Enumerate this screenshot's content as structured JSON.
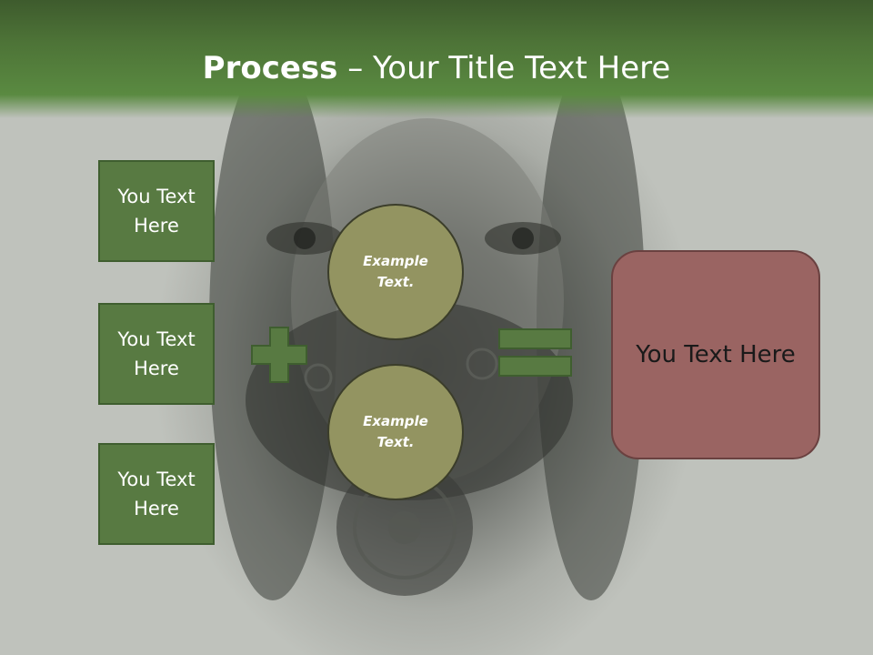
{
  "title": {
    "bold": "Process",
    "separator": " – ",
    "rest": "Your Title Text Here"
  },
  "left_boxes": [
    {
      "label": "You Text Here"
    },
    {
      "label": "You Text Here"
    },
    {
      "label": "You Text Here"
    }
  ],
  "circles": [
    {
      "label": "Example Text."
    },
    {
      "label": "Example Text."
    }
  ],
  "result": {
    "label": "You Text Here"
  },
  "colors": {
    "header_green": "#4d7337",
    "box_green": "#587a42",
    "circle_olive": "#939461",
    "result_red": "#9a6462",
    "symbol_green": "#587a42"
  },
  "icons": [
    "plus-icon",
    "equals-icon"
  ]
}
